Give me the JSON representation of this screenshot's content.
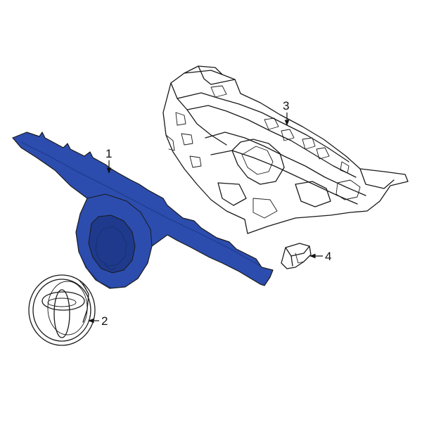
{
  "colors": {
    "highlight": "#2c4dae",
    "highlight_dark": "#1f3a8c",
    "ink": "#1a1a1a",
    "background": "#ffffff"
  },
  "callouts": [
    {
      "id": "1",
      "label": "1"
    },
    {
      "id": "2",
      "label": "2"
    },
    {
      "id": "3",
      "label": "3"
    },
    {
      "id": "4",
      "label": "4"
    }
  ]
}
